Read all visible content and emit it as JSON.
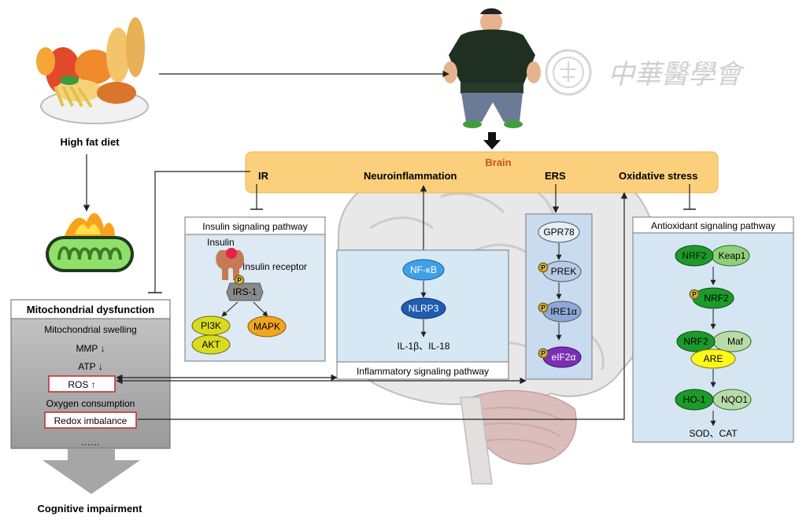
{
  "top": {
    "diet_label": "High fat diet"
  },
  "watermark": "中華醫學會",
  "brain_bar": {
    "title": "Brain",
    "items": [
      "IR",
      "Neuroinflammation",
      "ERS",
      "Oxidative stress"
    ]
  },
  "mito": {
    "title": "Mitochondrial dysfunction",
    "items": [
      "Mitochondrial swelling",
      "MMP ↓",
      "ATP ↓",
      "ROS ↑",
      "Oxygen consumption",
      "Redox imbalance",
      "……"
    ],
    "outcome": "Cognitive impairment"
  },
  "insulin": {
    "title": "Insulin signaling pathway",
    "insulin": "Insulin",
    "receptor": "Insulin receptor",
    "irs": "IRS-1",
    "pi3k": "PI3K",
    "akt": "AKT",
    "mapk": "MAPK",
    "p": "P"
  },
  "inflammatory": {
    "title": "Inflammatory signaling pathway",
    "nfkb": "NF-κB",
    "nlrp3": "NLRP3",
    "output": "IL-1β、IL-18"
  },
  "ers": {
    "items": [
      "GPR78",
      "PREK",
      "IRE1α",
      "eIF2α"
    ],
    "p": "P"
  },
  "antioxidant": {
    "title": "Antioxidant signaling pathway",
    "nrf2": "NRF2",
    "keap1": "Keap1",
    "maf": "Maf",
    "are": "ARE",
    "ho1": "HO-1",
    "nqo1": "NQO1",
    "output": "SOD、CAT",
    "p": "P"
  }
}
